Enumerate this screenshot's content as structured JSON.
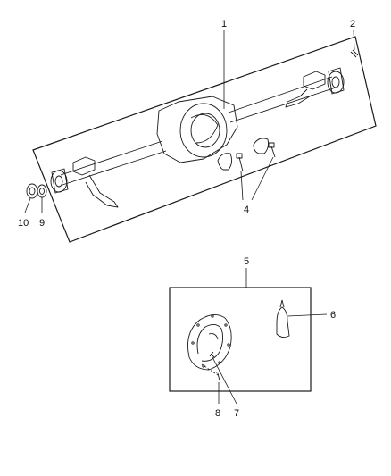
{
  "diagram": {
    "callouts": {
      "c1": "1",
      "c2": "2",
      "c4": "4",
      "c5": "5",
      "c6": "6",
      "c7": "7",
      "c8": "8",
      "c9": "9",
      "c10": "10"
    },
    "line_color": "#1a1a1a",
    "background": "#ffffff"
  }
}
